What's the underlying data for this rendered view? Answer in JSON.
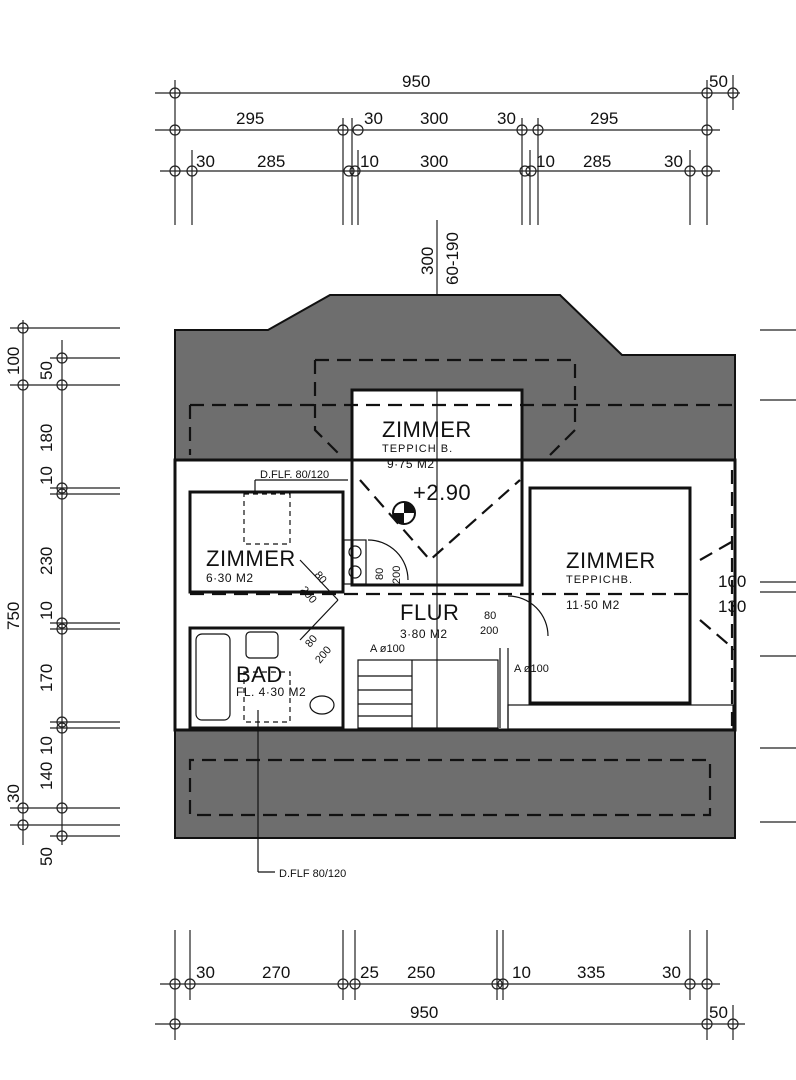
{
  "dimensions": {
    "top_total": "950",
    "top_overhang": "50",
    "top_row2": [
      "295",
      "30",
      "300",
      "30",
      "295"
    ],
    "top_row3": [
      "30",
      "285",
      "10",
      "300",
      "10",
      "285",
      "30"
    ],
    "top_vertical": [
      "300",
      "60-190"
    ],
    "left_col1": [
      "100",
      "750",
      "30",
      "50"
    ],
    "left_col2": [
      "50",
      "180",
      "10",
      "230",
      "10",
      "170",
      "10",
      "140"
    ],
    "right": [
      "100",
      "130"
    ],
    "bottom_row1": [
      "30",
      "270",
      "25",
      "250",
      "10",
      "335",
      "30"
    ],
    "bottom_total": "950",
    "bottom_overhang": "50"
  },
  "rooms": {
    "top_room": {
      "name": "ZIMMER",
      "floor": "TEPPICH B.",
      "area": "9·75 M2",
      "level": "+2.90"
    },
    "left_room": {
      "name": "ZIMMER",
      "area": "6·30 M2"
    },
    "right_room": {
      "name": "ZIMMER",
      "floor": "TEPPICHB.",
      "area": "11·50 M2"
    },
    "hall": {
      "name": "FLUR",
      "area": "3·80 M2"
    },
    "bath": {
      "name": "BAD",
      "area": "FL. 4·30 M2"
    }
  },
  "annotations": {
    "skylight_top": "D.FLF. 80/120",
    "skylight_bottom": "D.FLF 80/120",
    "door_left_a": "80",
    "door_left_b": "200",
    "door_top_a": "80",
    "door_top_b": "200",
    "door_hall_a": "80",
    "door_hall_b": "200",
    "door_bath_a": "80",
    "door_bath_b": "200",
    "opening_left": "A ø100",
    "opening_right": "A ø100"
  }
}
